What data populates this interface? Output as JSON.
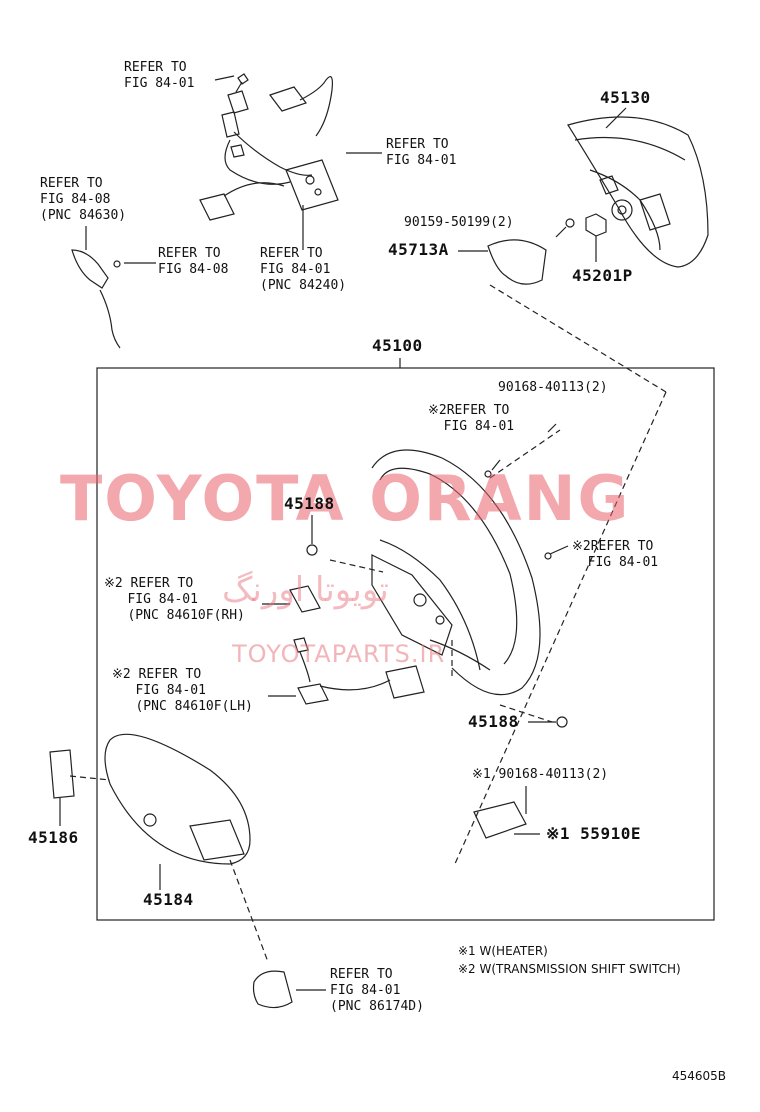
{
  "labels": {
    "refer_top": "REFER TO\nFIG 84-01",
    "refer_84_08_pnc": "REFER TO\nFIG 84-08\n(PNC 84630)",
    "refer_mid_right": "REFER TO\nFIG 84-01",
    "refer_84_08": "REFER TO\nFIG 84-08",
    "refer_pnc_84240": "REFER TO\nFIG 84-01\n(PNC 84240)",
    "p45130": "45130",
    "bolt_90159": "90159-50199(2)",
    "p45713a": "45713A",
    "p45201p": "45201P",
    "p45100": "45100",
    "bolt_90168_top": "90168-40113(2)",
    "refer_x2_top": "※2REFER TO\n  FIG 84-01",
    "p45188_top": "45188",
    "refer_x2_right": "※2REFER TO\n  FIG 84-01",
    "refer_x2_rh": "※2 REFER TO\n   FIG 84-01\n   (PNC 84610F(RH)",
    "refer_x2_lh": "※2 REFER TO\n   FIG 84-01\n   (PNC 84610F(LH)",
    "p45188_bottom": "45188",
    "bolt_90168_x1": "※1 90168-40113(2)",
    "p55910e": "※1 55910E",
    "p45186": "45186",
    "p45184": "45184",
    "refer_pnc_86174d": "REFER TO\nFIG 84-01\n(PNC 86174D)",
    "note_1": "※1 W(HEATER)",
    "note_2": "※2 W(TRANSMISSION SHIFT SWITCH)",
    "figure_code": "454605B"
  },
  "watermark": {
    "brand": "TOYOTA ORANG",
    "persian": "تویوتا اورنگ",
    "site": "TOYOTAPARTS.IR",
    "color": "#e8606a"
  }
}
